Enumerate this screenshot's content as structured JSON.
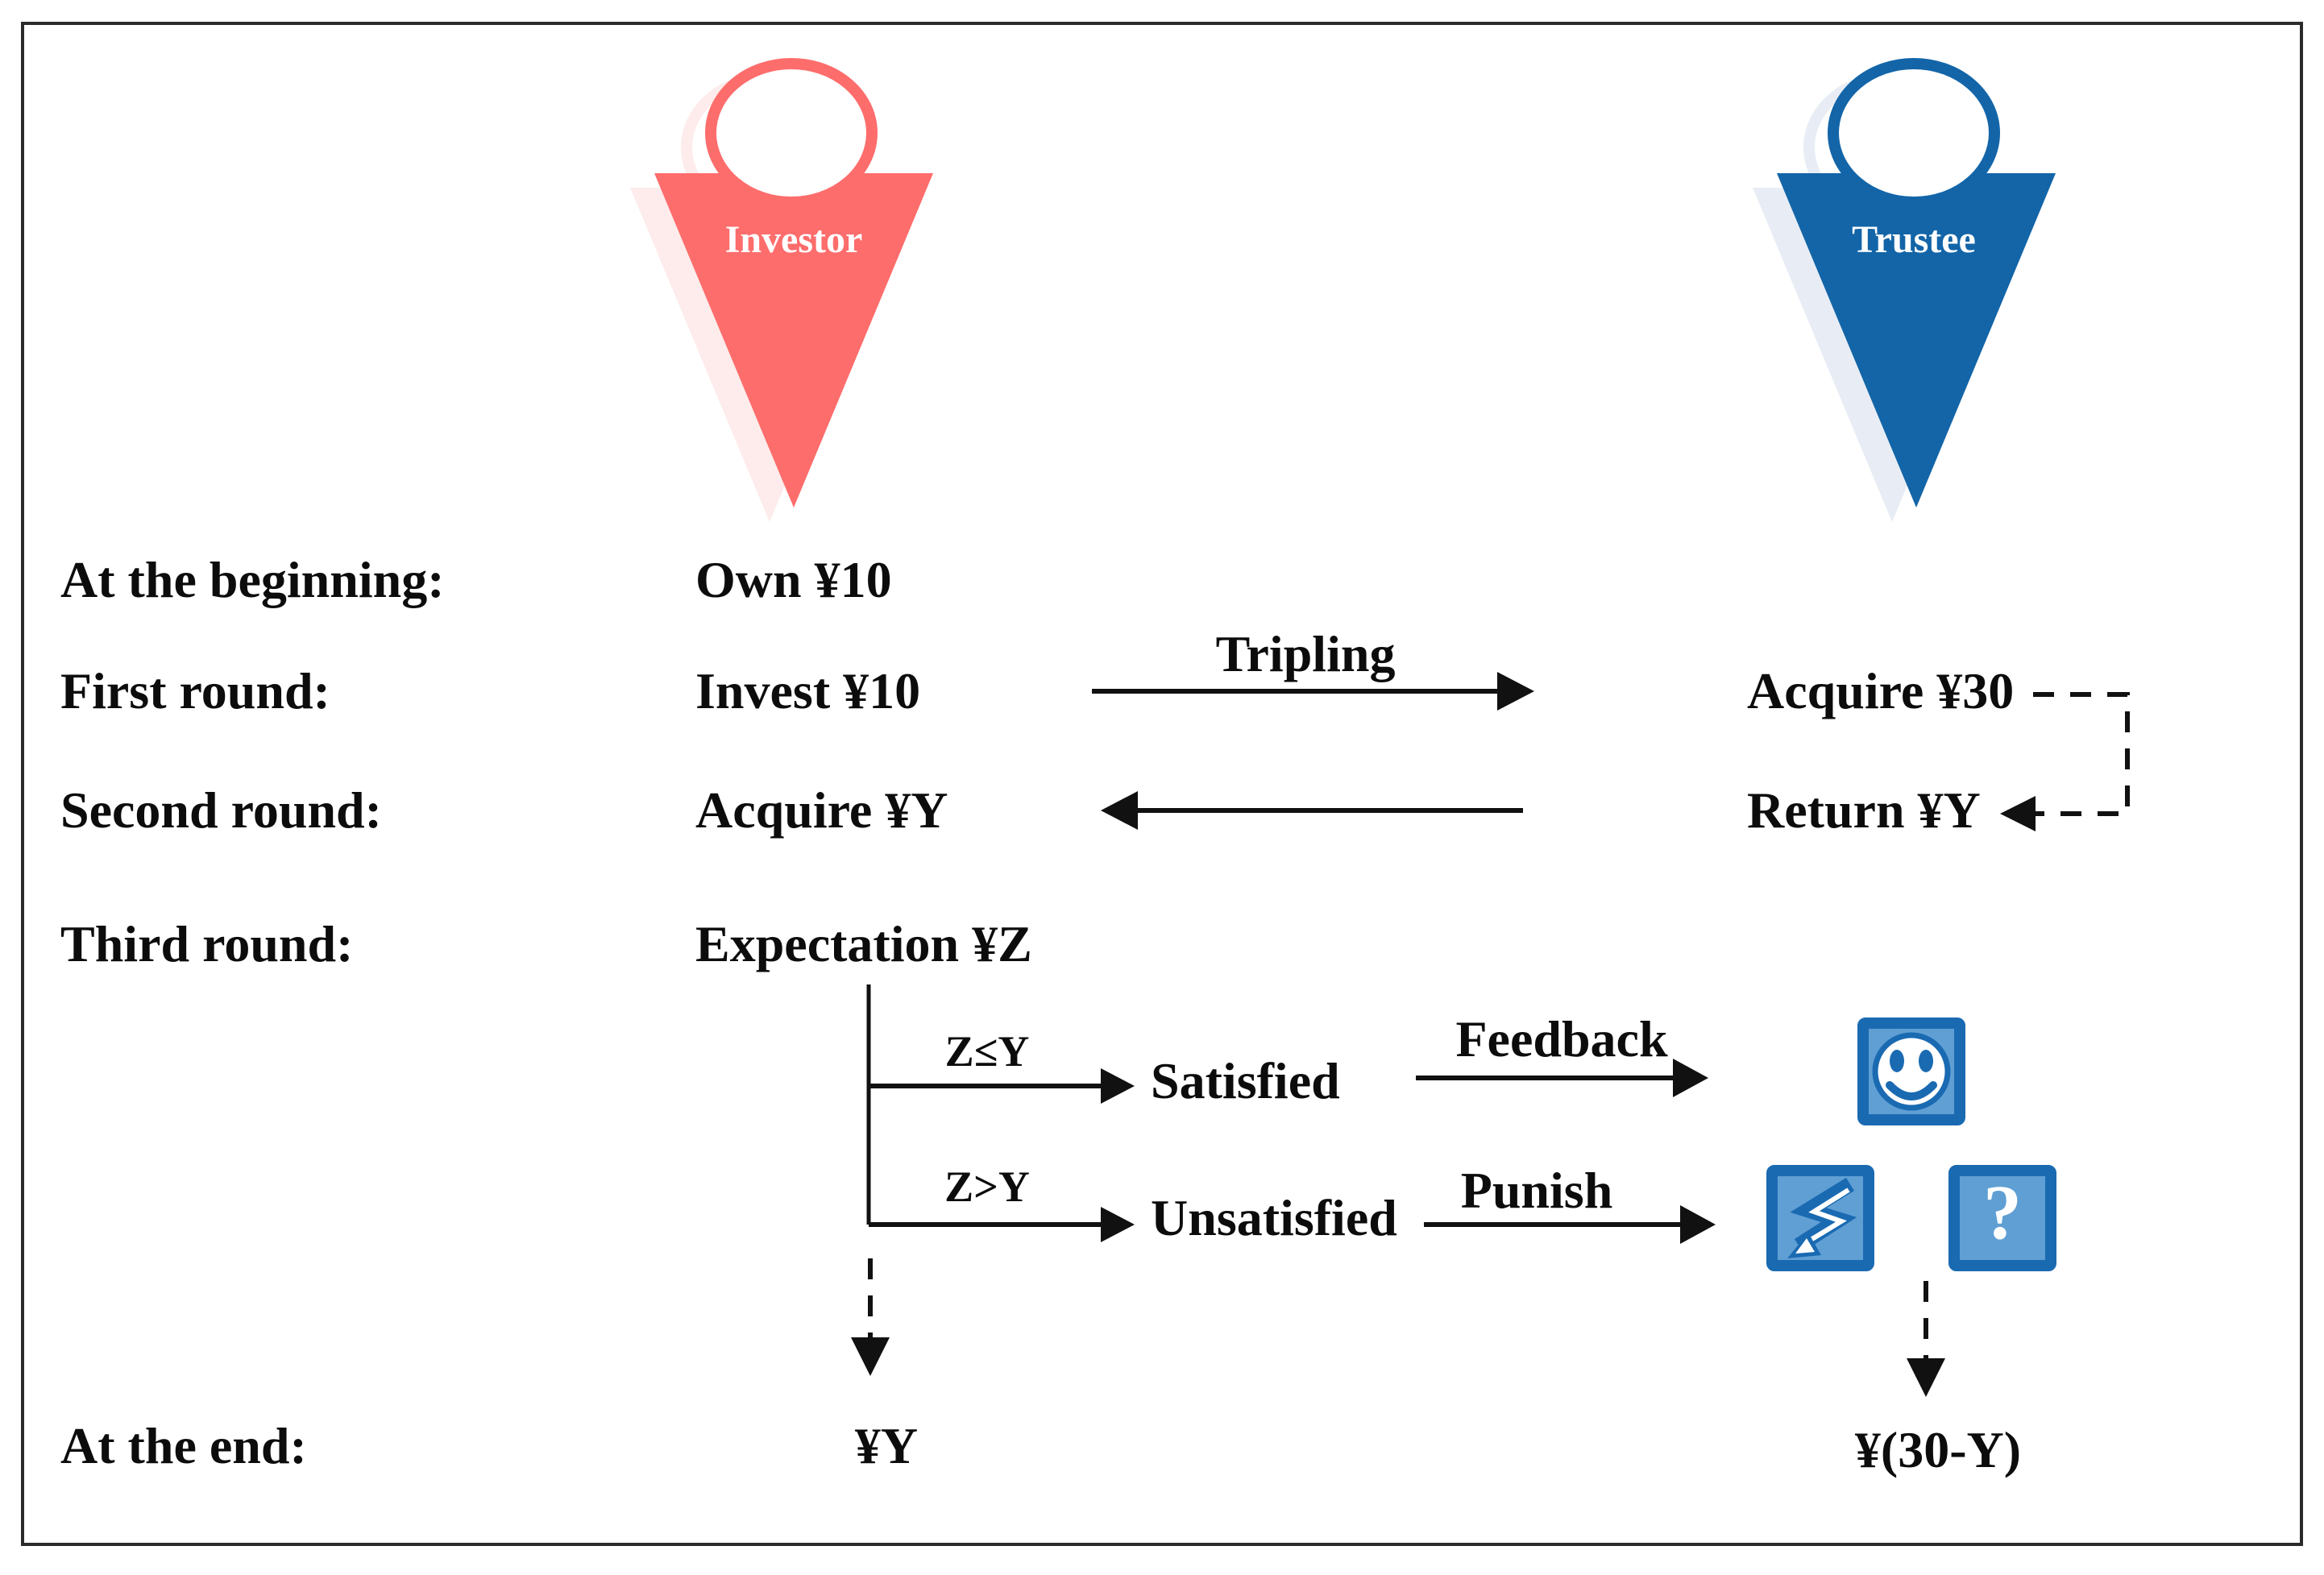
{
  "figure": {
    "actors": {
      "investor": {
        "label": "Investor"
      },
      "trustee": {
        "label": "Trustee"
      }
    },
    "rows": {
      "beginning": {
        "label": "At the beginning:",
        "investor_value": "Own ¥10"
      },
      "first": {
        "label": "First round:",
        "investor_value": "Invest ¥10",
        "arrow_label": "Tripling",
        "trustee_value": "Acquire ¥30"
      },
      "second": {
        "label": "Second round:",
        "investor_value": "Acquire ¥Y",
        "trustee_value": "Return ¥Y"
      },
      "third": {
        "label": "Third round:",
        "investor_value": "Expectation ¥Z",
        "branches": {
          "satisfied": {
            "condition": "Z≤Y",
            "outcome": "Satisfied",
            "action_label": "Feedback"
          },
          "unsatisfied": {
            "condition": "Z>Y",
            "outcome": "Unsatisfied",
            "action_label": "Punish"
          }
        }
      },
      "end": {
        "label": "At the end:",
        "investor_value": "¥Y",
        "trustee_value": "¥(30-Y)"
      }
    },
    "icons": {
      "smiley": "smiley-face-icon",
      "lightning": "lightning-punish-icon",
      "question_glyph": "?"
    },
    "colors": {
      "investor": "#fd6d6c",
      "investor_shadow": "#fdeceb",
      "trustee": "#1365a8",
      "trustee_shadow": "#e8edf5",
      "icon_border": "#1a6ab2",
      "icon_fill": "#609fd4",
      "ink": "#111111",
      "text": "#0c0c0c",
      "frame": "#2b2b2b",
      "bg": "#ffffff"
    }
  }
}
